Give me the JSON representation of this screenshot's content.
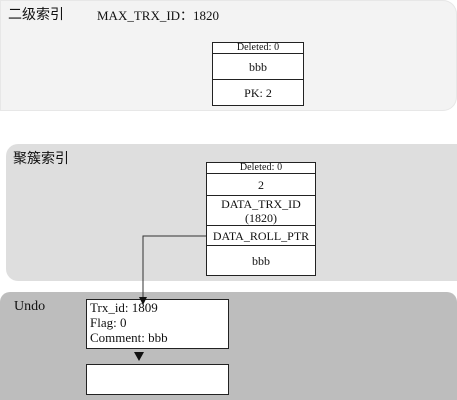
{
  "secondary_index": {
    "title": "二级索引",
    "max_trx_id": "MAX_TRX_ID：1820",
    "record": {
      "header": "Deleted: 0",
      "value1": "bbb",
      "value2": "PK: 2"
    }
  },
  "clustered_index": {
    "title": "聚簇索引",
    "record": {
      "header": "Deleted: 0",
      "value1": "2",
      "value2_line1": "DATA_TRX_ID",
      "value2_line2": "(1820)",
      "value3": "DATA_ROLL_PTR",
      "value4": "bbb"
    }
  },
  "undo": {
    "title": "Undo",
    "lines": [
      "Trx_id: 1809",
      "Flag: 0",
      "Comment: bbb"
    ]
  },
  "colors": {
    "secondary_panel_bg": "#f3f3f3",
    "clustered_panel_bg": "#dedede",
    "undo_panel_bg": "#bdbdbd",
    "record_bg": "#ffffff",
    "border": "#222222"
  }
}
